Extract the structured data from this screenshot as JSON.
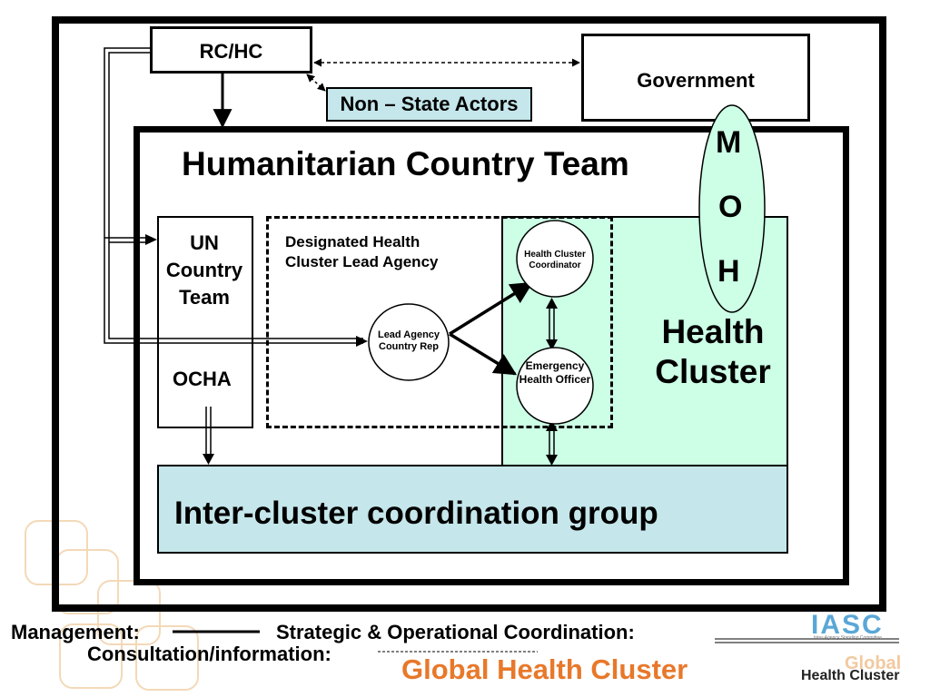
{
  "diagram": {
    "rc_hc": "RC/HC",
    "government": "Government",
    "non_state_actors": "Non – State Actors",
    "hct_title": "Humanitarian Country Team",
    "moh_letters": [
      "M",
      "O",
      "H"
    ],
    "un_country_team": "UN Country Team",
    "ocha": "OCHA",
    "designated_agency": "Designated Health Cluster Lead Agency",
    "lead_agency_rep": "Lead Agency Country Rep",
    "health_cluster_coordinator": "Health Cluster Coordinator",
    "emergency_health_officer": "Emergency Health Officer",
    "health_cluster": "Health Cluster",
    "inter_cluster": "Inter-cluster coordination group"
  },
  "legend": {
    "management": "Management:",
    "strategic": "Strategic & Operational Coordination:",
    "consultation": "Consultation/information:"
  },
  "footer": {
    "iasc": "IASC",
    "iasc_sub": "Inter-Agency Standing Committee",
    "global_health_cluster": "Global Health Cluster",
    "ghc_logo_global": "Global",
    "ghc_logo_health": "Health Cluster"
  },
  "colors": {
    "health_cluster_fill": "#ccffe6",
    "inter_cluster_fill": "#c5e6ea",
    "non_state_fill": "#c5e6ea",
    "moh_fill": "#ccffe6",
    "footer_orange": "#e8782a",
    "iasc_blue": "#5aa7d6"
  }
}
